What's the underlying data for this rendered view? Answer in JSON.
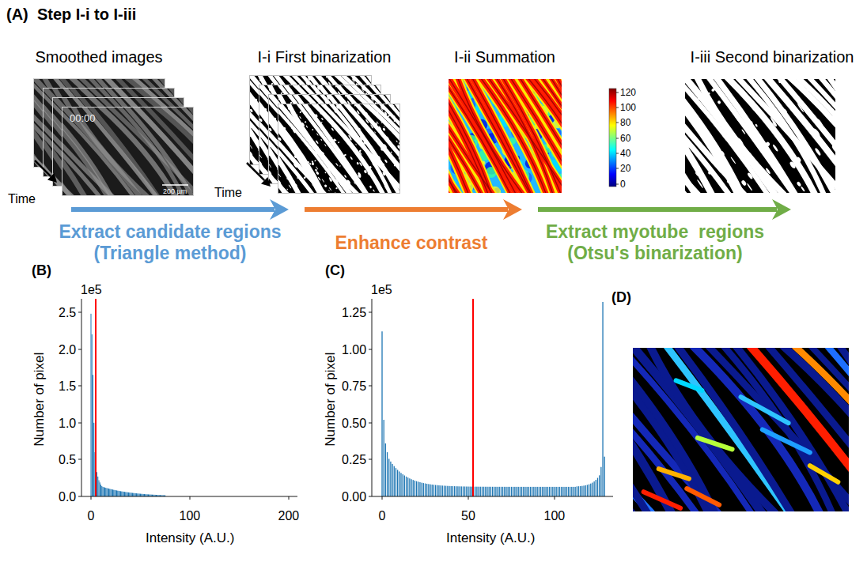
{
  "diagram": {
    "title": "(A)  Step I-i to I-iii",
    "nodes": [
      {
        "text": [
          "Smoothed images"
        ]
      },
      {
        "text": [
          "I-i First binarization"
        ]
      },
      {
        "text": [
          "I-ii Summation"
        ]
      },
      {
        "text": [
          "I-iii Second binarization"
        ]
      }
    ],
    "edges": [
      {
        "from": 0,
        "to": 1,
        "label": "Extract candidate regions (Triangle method)",
        "arrow": "to"
      },
      {
        "from": 1,
        "to": 2,
        "label": "Enhance contrast",
        "arrow": "to"
      },
      {
        "from": 2,
        "to": 3,
        "label": "Extract myotube  regions (Otsu's binarization)",
        "arrow": "to"
      }
    ],
    "labels": [
      "00:00",
      "200 µm",
      "Time",
      "Time",
      "120",
      "100",
      "80",
      "60",
      "40",
      "20",
      "0",
      "(B)",
      "1e5",
      "2.5",
      "2.0",
      "1.5",
      "1.0",
      "0.5",
      "0.0",
      "0",
      "100",
      "200",
      "Number of pixel",
      "Intensity (A.U.)",
      "(C)",
      "1e5",
      "1.25",
      "1.00",
      "0.75",
      "0.50",
      "0.25",
      "0.00",
      "0",
      "50",
      "100",
      "Number of pixel",
      "Intensity (A.U.)",
      "(D)"
    ]
  }
}
